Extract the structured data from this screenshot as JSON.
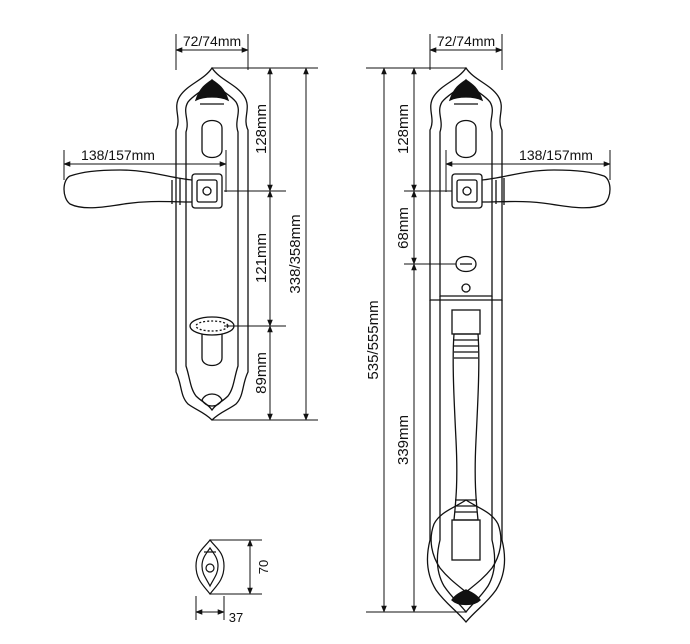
{
  "dimensions": {
    "left_plate_width": "72/74mm",
    "left_handle_length": "138/157mm",
    "left_upper_spacing": "128mm",
    "left_middle_spacing": "121mm",
    "left_lower_spacing": "89mm",
    "left_total_height": "338/358mm",
    "right_plate_width": "72/74mm",
    "right_handle_length": "138/157mm",
    "right_upper_spacing": "128mm",
    "right_thumbturn_spacing": "68mm",
    "right_grip_length": "339mm",
    "right_total_height": "535/555mm",
    "rosette_height": "70",
    "rosette_width": "37"
  },
  "colors": {
    "line": "#111111",
    "background": "#ffffff"
  }
}
